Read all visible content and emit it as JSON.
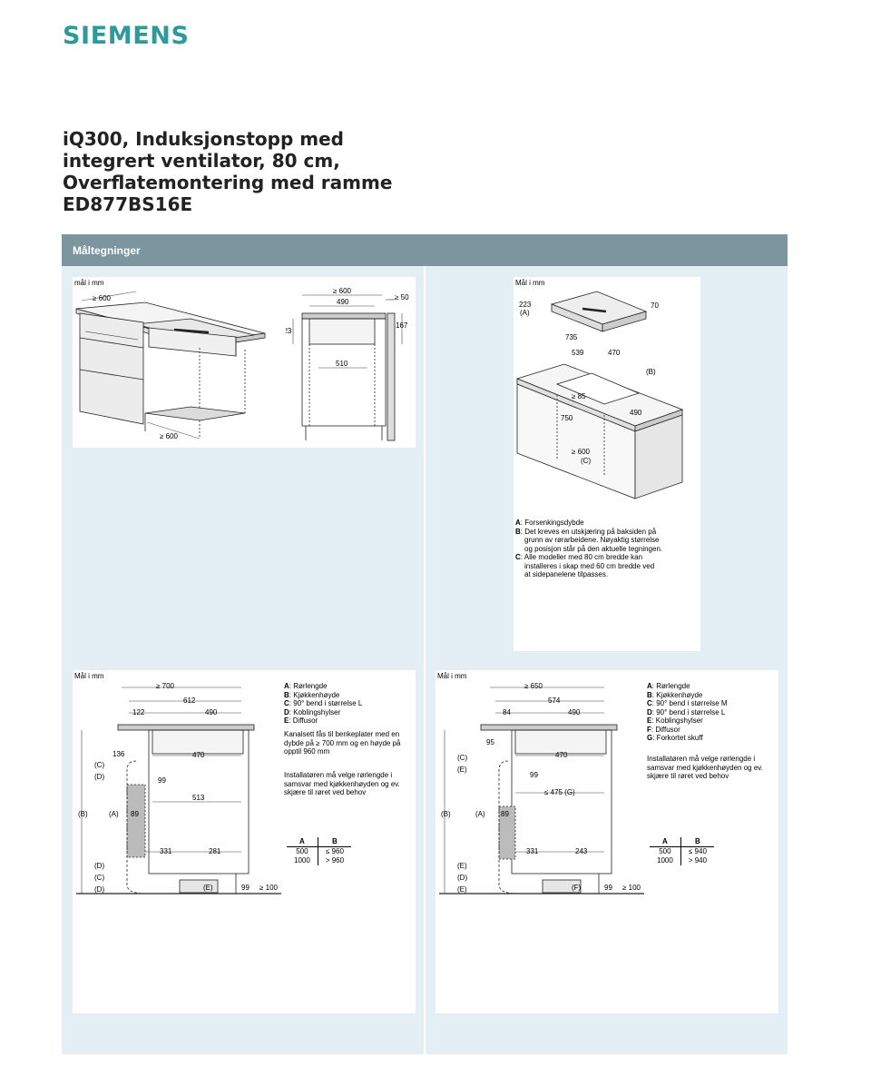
{
  "brand": "SIEMENS",
  "title": {
    "line1": "iQ300, Induksjonstopp med",
    "line2": "integrert ventilator, 80 cm,",
    "line3": "Overflatemontering med ramme",
    "line4": "ED877BS16E"
  },
  "section_title": "Måltegninger",
  "panel1": {
    "unit": "mål i mm",
    "dims": {
      "d600top": "≥ 600",
      "d600bottom": "≥ 600",
      "w600": "≥ 600",
      "w490": "490",
      "w50": "≥ 50",
      "h223": "223",
      "h167": "167",
      "w510": "510"
    }
  },
  "panel2": {
    "unit": "Mål i mm",
    "dims": {
      "d223": "223",
      "dA": "(A)",
      "d70": "70",
      "d735": "735",
      "d539": "539",
      "d470": "470",
      "dB": "(B)",
      "d85": "≥ 85",
      "d750": "750",
      "d490": "490",
      "d600": "≥ 600",
      "dC": "(C)"
    },
    "notes": [
      {
        "key": "A",
        "text": ": Forsenkingsdybde"
      },
      {
        "key": "B",
        "text": ": Det kreves en utskjæring på baksiden på"
      },
      {
        "key": "",
        "text": "grunn av rørarbeidene. Nøyaktig størrelse"
      },
      {
        "key": "",
        "text": "og posisjon står på den aktuelle tegningen."
      },
      {
        "key": "C",
        "text": ": Alle modeller med 80 cm bredde kan"
      },
      {
        "key": "",
        "text": "installeres i skap med 60 cm bredde ved"
      },
      {
        "key": "",
        "text": "at sidepanelene tilpasses."
      }
    ]
  },
  "panel3": {
    "unit": "Mål i mm",
    "dims": {
      "d700": "≥ 700",
      "d612": "612",
      "d122": "122",
      "d490": "490",
      "d136": "136",
      "d470": "470",
      "d99a": "99",
      "d513": "513",
      "d89": "89",
      "d331": "331",
      "d281": "281",
      "d99b": "99",
      "d100": "≥ 100"
    },
    "labels": {
      "C1": "(C)",
      "D1": "(D)",
      "B": "(B)",
      "A": "(A)",
      "D2": "(D)",
      "C2": "(C)",
      "D3": "(D)",
      "E": "(E)"
    },
    "legend": [
      {
        "key": "A",
        "text": ": Rørlengde"
      },
      {
        "key": "B",
        "text": ": Kjøkkenhøyde"
      },
      {
        "key": "C",
        "text": ": 90° bend i størrelse L"
      },
      {
        "key": "D",
        "text": ": Koblingshylser"
      },
      {
        "key": "E",
        "text": ": Diffusor"
      }
    ],
    "note1": [
      "Kanalsett fås til benkeplater med en",
      "dybde på ≥ 700 mm og en høyde på",
      "opptil 960 mm"
    ],
    "note2": [
      "Installatøren må velge rørlengde i",
      "samsvar med kjøkkenhøyden og ev.",
      "skjære til røret ved behov"
    ],
    "table": {
      "headers": [
        "A",
        "B"
      ],
      "rows": [
        [
          "500",
          "≤ 960"
        ],
        [
          "1000",
          "> 960"
        ]
      ]
    }
  },
  "panel4": {
    "unit": "Mål i mm",
    "dims": {
      "d650": "≥ 650",
      "d574": "574",
      "d84": "84",
      "d490": "490",
      "d95": "95",
      "d470": "470",
      "d99a": "99",
      "d475": "≤ 475 (G)",
      "d89": "89",
      "d331": "331",
      "d243": "243",
      "d99b": "99",
      "d100": "≥ 100"
    },
    "labels": {
      "C1": "(C)",
      "E1": "(E)",
      "B": "(B)",
      "A": "(A)",
      "E2": "(E)",
      "D": "(D)",
      "E3": "(E)",
      "F": "(F)"
    },
    "legend": [
      {
        "key": "A",
        "text": ": Rørlengde"
      },
      {
        "key": "B",
        "text": ": Kjøkkenhøyde"
      },
      {
        "key": "C",
        "text": ": 90° bend i størrelse M"
      },
      {
        "key": "D",
        "text": ": 90° bend i størrelse L"
      },
      {
        "key": "E",
        "text": ": Koblingshylser"
      },
      {
        "key": "F",
        "text": ": Diffusor"
      },
      {
        "key": "G",
        "text": ": Forkortet skuff"
      }
    ],
    "note": [
      "Installatøren må velge rørlengde i",
      "samsvar med kjøkkenhøyden og ev.",
      "skjære til røret ved behov"
    ],
    "table": {
      "headers": [
        "A",
        "B"
      ],
      "rows": [
        [
          "500",
          "≤ 940"
        ],
        [
          "1000",
          "> 940"
        ]
      ]
    }
  }
}
